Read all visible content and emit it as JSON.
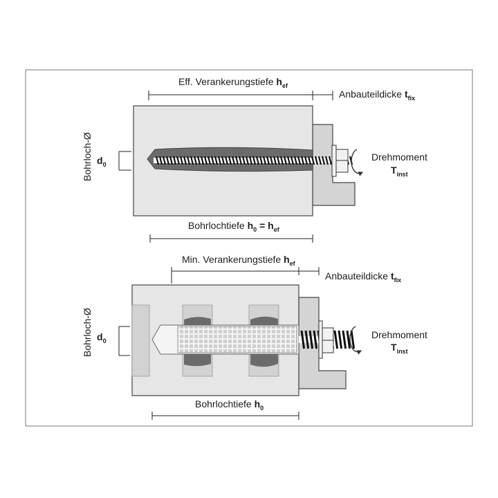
{
  "top": {
    "embed_label": "Eff. Verankerungstiefe ",
    "embed_sym": "h",
    "embed_sub": "ef",
    "fix_label": "Anbauteildicke ",
    "fix_sym": "t",
    "fix_sub": "fix",
    "hole_label": "Bohrloch-Ø",
    "d_sym": "d",
    "d_sub": "0",
    "torque_label": "Drehmoment",
    "torque_sym": "T",
    "torque_sub": "inst",
    "depth_label": "Bohrlochtiefe ",
    "depth_sym1": "h",
    "depth_sub1": "0",
    "depth_eq": " = ",
    "depth_sym2": "h",
    "depth_sub2": "ef"
  },
  "bottom": {
    "embed_label": "Min. Verankerungstiefe ",
    "embed_sym": "h",
    "embed_sub": "ef",
    "fix_label": "Anbauteildicke ",
    "fix_sym": "t",
    "fix_sub": "fix",
    "hole_label": "Bohrloch-Ø",
    "d_sym": "d",
    "d_sub": "0",
    "torque_label": "Drehmoment",
    "torque_sym": "T",
    "torque_sub": "inst",
    "depth_label": "Bohrlochtiefe ",
    "depth_sym": "h",
    "depth_sub": "0"
  },
  "colors": {
    "concrete": "#e6e6e6",
    "fixture": "#d4d4d4",
    "mortar": "#6b6b6b",
    "line": "#2a2a2a"
  }
}
